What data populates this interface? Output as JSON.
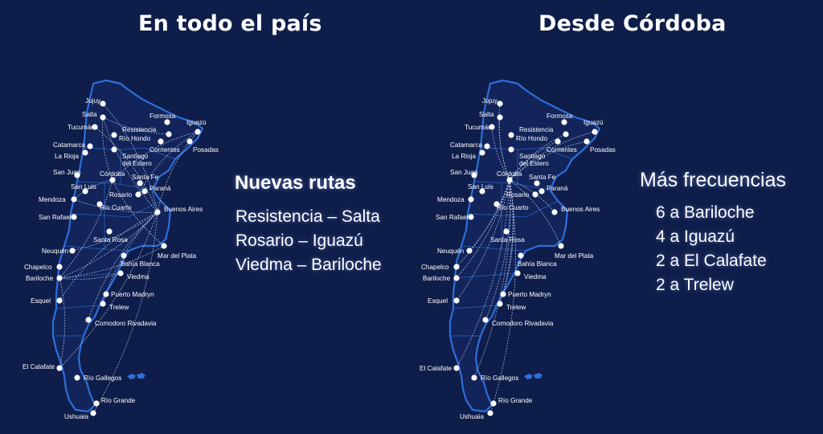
{
  "titles": {
    "left": "En todo el país",
    "right": "Desde Córdoba"
  },
  "new_routes": {
    "heading": "Nuevas rutas",
    "items": [
      "Resistencia – Salta",
      "Rosario – Iguazú",
      "Viedma – Bariloche"
    ]
  },
  "more_frequencies": {
    "heading": "Más frecuencias",
    "items": [
      "6 a Bariloche",
      "4 a Iguazú",
      "2 a El Calafate",
      "2 a Trelew"
    ]
  },
  "colors": {
    "background": "#0f1d4a",
    "map_outline": "#2e6fd8",
    "route": "#c9d6f2",
    "city": "#ffffff"
  },
  "cities": [
    "Jujuy",
    "Salta",
    "Formosa",
    "Iguazú",
    "Tucumán",
    "Resistencia",
    "Río Hondo",
    "Corrientes",
    "Posadas",
    "Catamarca",
    "La Rioja",
    "Santiago del Estero",
    "San Juan",
    "Córdoba",
    "Santa Fe",
    "Paraná",
    "San Luis",
    "Rosario",
    "Mendoza",
    "San Rafael",
    "Río Cuarto",
    "Buenos Aires",
    "Santa Rosa",
    "Neuquén",
    "Mar del Plata",
    "Bahía Blanca",
    "Chapelco",
    "Bariloche",
    "Viedma",
    "Esquel",
    "Puerto Madryn",
    "Trelew",
    "Comodoro Rivadavia",
    "El Calafate",
    "Río Gallegos",
    "Río Grande",
    "Ushuaia"
  ],
  "icons": [
    "argentina-map",
    "malvinas-islands",
    "city-dot",
    "route-arc"
  ]
}
